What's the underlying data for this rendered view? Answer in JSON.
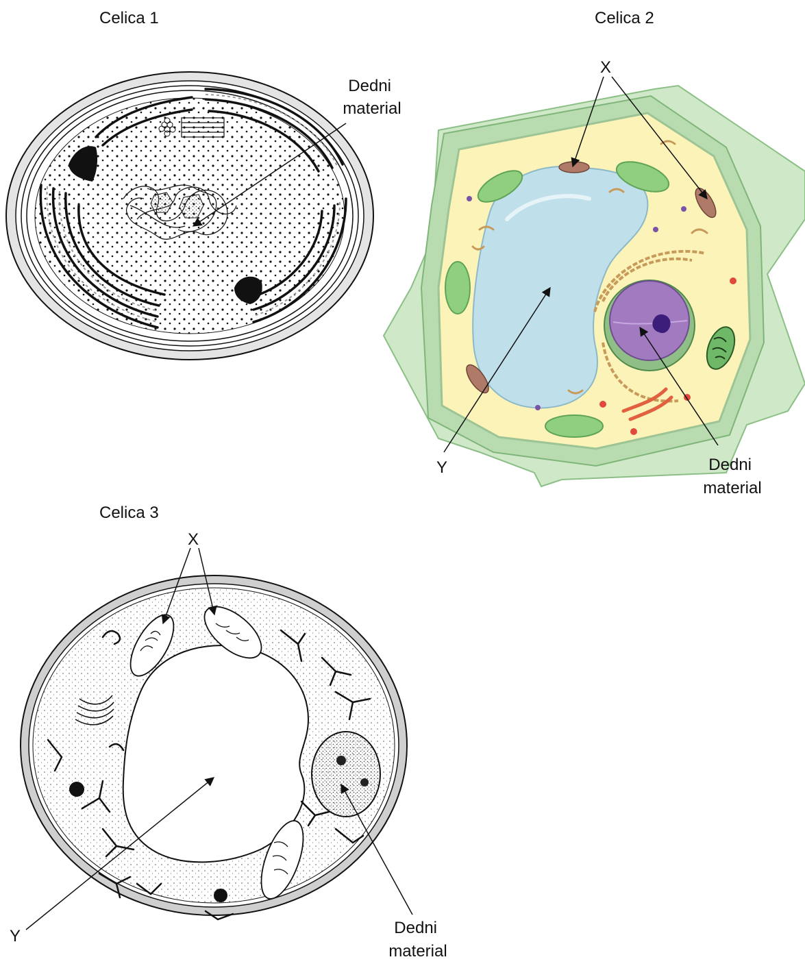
{
  "cells": [
    {
      "title": "Celica 1",
      "labels": {
        "genetic": [
          "Dedni",
          "material"
        ]
      }
    },
    {
      "title": "Celica 2",
      "labels": {
        "x": "X",
        "y": "Y",
        "genetic": [
          "Dedni",
          "material"
        ]
      }
    },
    {
      "title": "Celica 3",
      "labels": {
        "x": "X",
        "y": "Y",
        "genetic": [
          "Dedni",
          "material"
        ]
      }
    }
  ],
  "colors": {
    "line": "#111111",
    "wall_green": "#cfe8c8",
    "wall_dark": "#a8d3a0",
    "cytoplasm": "#fbf3b8",
    "vacuole": "#bfe0ea",
    "nucleus": "#a17ac0",
    "nucleolus": "#3d1d7a",
    "chloroplast": "#8fcf7f",
    "mitochondrion": "#b07a68",
    "er": "#c79a5a",
    "golgi": "#e06040"
  }
}
